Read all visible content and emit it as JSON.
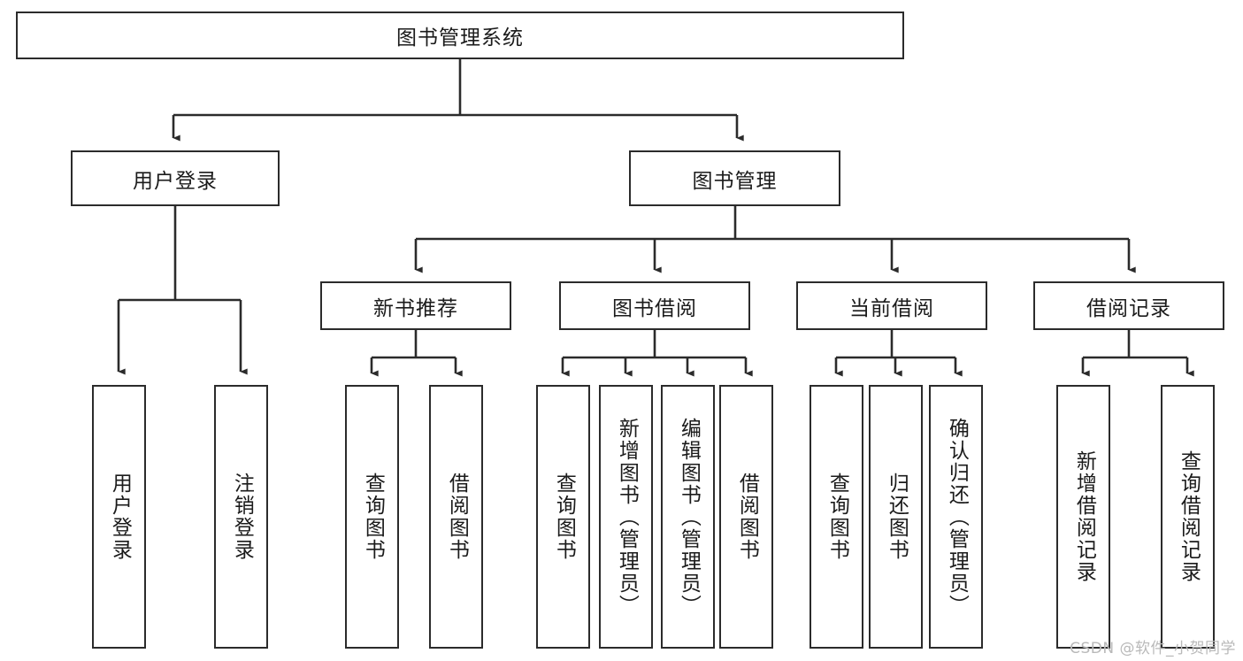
{
  "diagram": {
    "title": "图书管理系统",
    "type": "hierarchy-tree",
    "watermark": "CSDN @软件_小贺同学",
    "colors": {
      "background": "#ffffff",
      "box_border": "#2b2b2b",
      "box_fill": "#ffffff",
      "connector": "#2b2b2b",
      "text": "#1b1b1b",
      "watermark": "#b9b9b9"
    },
    "levels": {
      "root": {
        "label": "图书管理系统"
      },
      "level2": [
        {
          "id": "user-login",
          "label": "用户登录"
        },
        {
          "id": "book-manage",
          "label": "图书管理"
        }
      ],
      "level3": [
        {
          "id": "new-book-recommend",
          "label": "新书推荐"
        },
        {
          "id": "book-borrow",
          "label": "图书借阅"
        },
        {
          "id": "current-borrow",
          "label": "当前借阅"
        },
        {
          "id": "borrow-record",
          "label": "借阅记录"
        }
      ],
      "leaves": {
        "user-login": [
          {
            "id": "leaf-user-login",
            "label": "用户登录"
          },
          {
            "id": "leaf-logout-login",
            "label": "注销登录"
          }
        ],
        "new-book-recommend": [
          {
            "id": "leaf-query-book-1",
            "label": "查询图书"
          },
          {
            "id": "leaf-borrow-book-1",
            "label": "借阅图书"
          }
        ],
        "book-borrow": [
          {
            "id": "leaf-query-book-2",
            "label": "查询图书"
          },
          {
            "id": "leaf-add-book-admin",
            "label": "新增图书（管理员）"
          },
          {
            "id": "leaf-edit-book-admin",
            "label": "编辑图书（管理员）"
          },
          {
            "id": "leaf-borrow-book-2",
            "label": "借阅图书"
          }
        ],
        "current-borrow": [
          {
            "id": "leaf-query-book-3",
            "label": "查询图书"
          },
          {
            "id": "leaf-return-book",
            "label": "归还图书"
          },
          {
            "id": "leaf-confirm-return-admin",
            "label": "确认归还（管理员）"
          }
        ],
        "borrow-record": [
          {
            "id": "leaf-add-borrow-record",
            "label": "新增借阅记录"
          },
          {
            "id": "leaf-query-borrow-record",
            "label": "查询借阅记录"
          }
        ]
      }
    }
  }
}
